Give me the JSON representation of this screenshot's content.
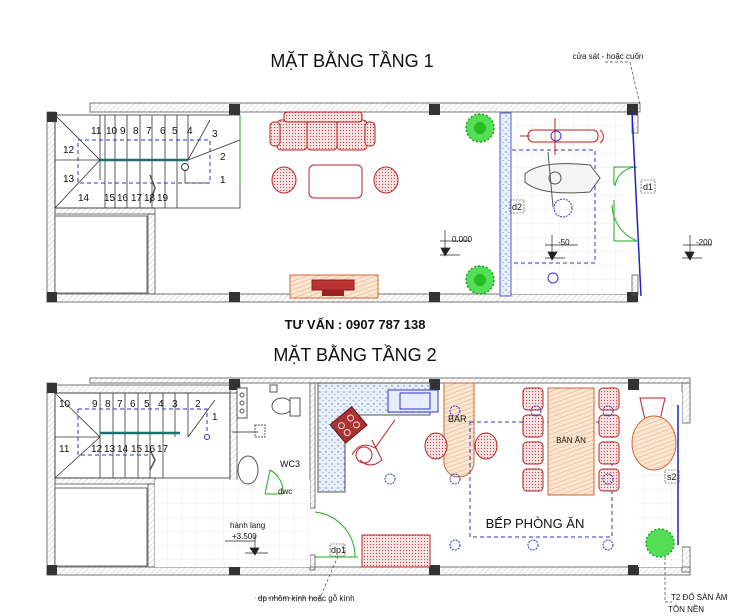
{
  "floor1": {
    "title": "MẶT BẰNG TẦNG 1",
    "door_note": "cửa sát - hoặc cuốn",
    "contact": "TƯ VẤN : 0907 787 138",
    "stair_numbers": [
      "1",
      "2",
      "3",
      "4",
      "5",
      "6",
      "7",
      "8",
      "9",
      "10",
      "11",
      "12",
      "13",
      "14",
      "15",
      "16",
      "17",
      "18",
      "19"
    ],
    "door_d1": "d1",
    "door_d2": "d2",
    "level_main": "0.000",
    "level_garage": "-50",
    "level_outside": "-200"
  },
  "floor2": {
    "title": "MẶT BẰNG TẦNG 2",
    "stair_numbers": [
      "1",
      "2",
      "3",
      "4",
      "5",
      "6",
      "7",
      "8",
      "9",
      "10",
      "11",
      "12",
      "13",
      "14",
      "15",
      "16",
      "17"
    ],
    "wc_label": "WC3",
    "wc_door": "dwc",
    "hall_label": "hành lang",
    "hall_level": "+3.500",
    "door_dp1": "dp1",
    "bar_label": "BAR",
    "table_label": "BÀN ĂN",
    "room_label": "BẾP PHÒNG ĂN",
    "window_s2": "s2",
    "door_note": "dp nhôm kính hoặc gỗ kính",
    "slab_note_1": "T2 ĐỔ SÀN ÂM",
    "slab_note_2": "TÔN NỀN"
  },
  "colors": {
    "furniture": "#b22222",
    "wood": "#cc6633",
    "glass": "#3333cc",
    "plant": "#22aa22",
    "stair_rail": "#1f6f6f"
  }
}
